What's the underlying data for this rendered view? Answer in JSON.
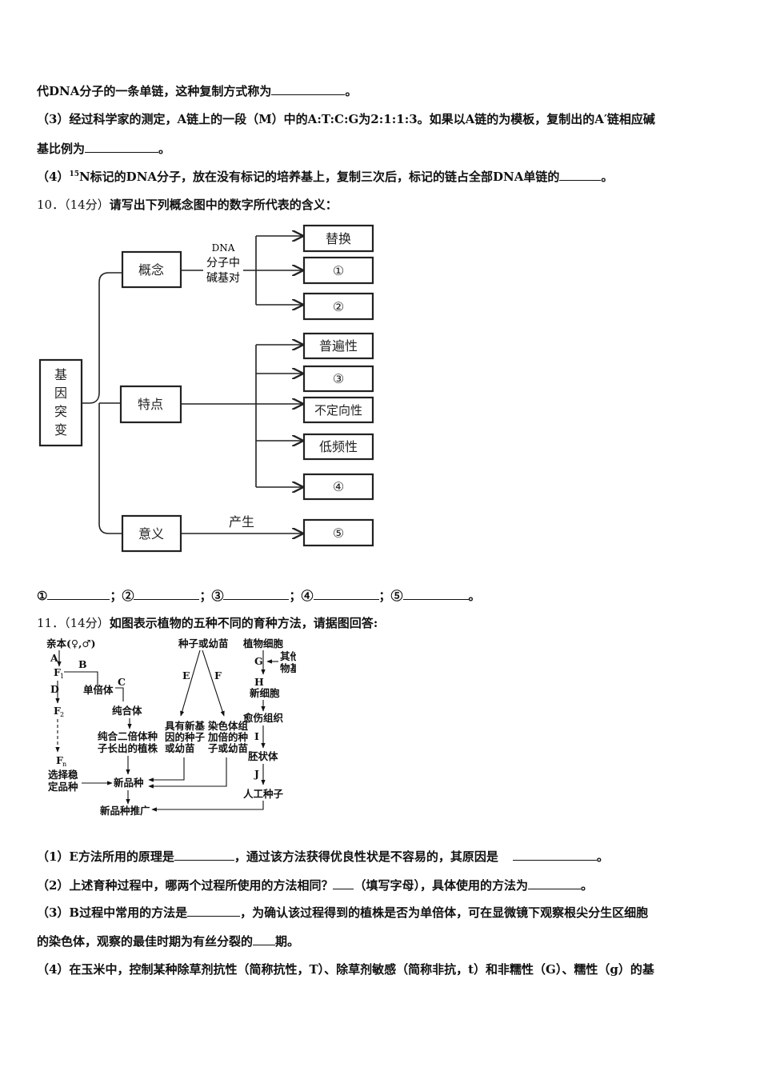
{
  "q9": {
    "cont_text": "代DNA分子的一条单链，这种复制方式称为",
    "cont_end": "。",
    "p3_text": "（3）经过科学家的测定，A链上的一段（M）中的A:T:C:G为2:1:1:3。如果以A链的为模板，复制出的A′链相应碱",
    "p3_cont": "基比例为",
    "p3_end": "。",
    "p4_pre": "（4）",
    "p4_sup": "15",
    "p4_text": "N标记的DNA分子，放在没有标记的培养基上，复制三次后，标记的链占全部DNA单链的",
    "p4_end": "。"
  },
  "q10": {
    "num": "10．",
    "score": "（14分）",
    "prompt": "请写出下列概念图中的数字所代表的含义：",
    "map": {
      "root": [
        "基",
        "因",
        "突",
        "变"
      ],
      "concept": "概念",
      "feature": "特点",
      "meaning": "意义",
      "edge_concept": [
        "DNA",
        "分子中",
        "碱基对"
      ],
      "edge_meaning": "产生",
      "concept_leaves": [
        "替换",
        "①",
        "②"
      ],
      "feature_leaves": [
        "普遍性",
        "③",
        "不定向性",
        "低频性",
        "④"
      ],
      "meaning_leaves": [
        "⑤"
      ]
    },
    "answers": [
      "①",
      "；②",
      "；③",
      "；④",
      "；⑤"
    ],
    "answers_end": "。"
  },
  "q11": {
    "num": "11．",
    "score": "（14分）",
    "prompt": "如图表示植物的五种不同的育种方法，请据图回答:",
    "flow": {
      "parent": "亲本(♀,♂)",
      "A": "A",
      "B": "B",
      "C": "C",
      "D": "D",
      "E": "E",
      "F": "F",
      "G": "G",
      "H": "H",
      "I": "I",
      "J": "J",
      "F1": "F",
      "F1_sub": "1",
      "F2": "F",
      "F2_sub": "2",
      "Fn": "F",
      "Fn_sub": "n",
      "haploid": "单倍体",
      "pure": "纯合体",
      "pure_diploid": [
        "纯合二倍体种",
        "子长出的植株"
      ],
      "select": [
        "选择稳",
        "定品种"
      ],
      "new_variety": "新品种",
      "promote": "新品种推广",
      "seed": "种子或幼苗",
      "new_gene": [
        "具有新基",
        "因的种子",
        "或幼苗"
      ],
      "doubled": [
        "染色体组",
        "加倍的种",
        "子或幼苗"
      ],
      "plant_cell": "植物细胞",
      "other_gene": [
        "其他生",
        "物基因"
      ],
      "new_cell": "新细胞",
      "callus": "愈伤组织",
      "embryoid": "胚状体",
      "artificial_seed": "人工种子"
    },
    "p1_a": "（1）E方法所用的原理是",
    "p1_b": "，通过该方法获得优良性状是不容易的，其原因是",
    "p1_end": "。",
    "p2_a": "（2）上述育种过程中，哪两个过程所使用的方法相同？",
    "p2_b": "（填写字母），具体使用的方法为",
    "p2_end": "。",
    "p3_a": "（3）B过程中常用的方法是",
    "p3_b": "，为确认该过程得到的植株是否为单倍体，可在显微镜下观察根尖分生区细胞",
    "p3_c": "的染色体，观察的最佳时期为有丝分裂的",
    "p3_end": "期。",
    "p4": "（4）在玉米中，控制某种除草剂抗性（简称抗性，T）、除草剂敏感（简称非抗，t）和非糯性（G）、糯性（g）的基"
  }
}
